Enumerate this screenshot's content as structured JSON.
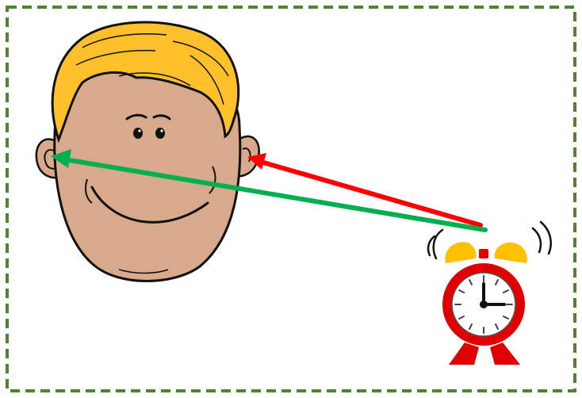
{
  "diagram": {
    "frame": {
      "style": "dashed",
      "color": "#548235"
    },
    "elements": [
      {
        "id": "head",
        "label": "",
        "icon": "cartoon-boy-head-icon"
      },
      {
        "id": "alarm-clock",
        "label": "",
        "icon": "ringing-alarm-clock-icon"
      }
    ],
    "arrows": [
      {
        "id": "red-arrow",
        "from": "alarm-clock",
        "to": "head-near-ear",
        "color": "#ff0000",
        "label": ""
      },
      {
        "id": "green-arrow",
        "from": "alarm-clock",
        "to": "head-far-ear",
        "color": "#00b050",
        "label": ""
      }
    ],
    "colors": {
      "hair": "#ffc02a",
      "skin": "#d9a98c",
      "outline": "#111111",
      "clock_body": "#e00000",
      "clock_bells": "#ffc000",
      "clock_face": "#ffffff"
    }
  }
}
